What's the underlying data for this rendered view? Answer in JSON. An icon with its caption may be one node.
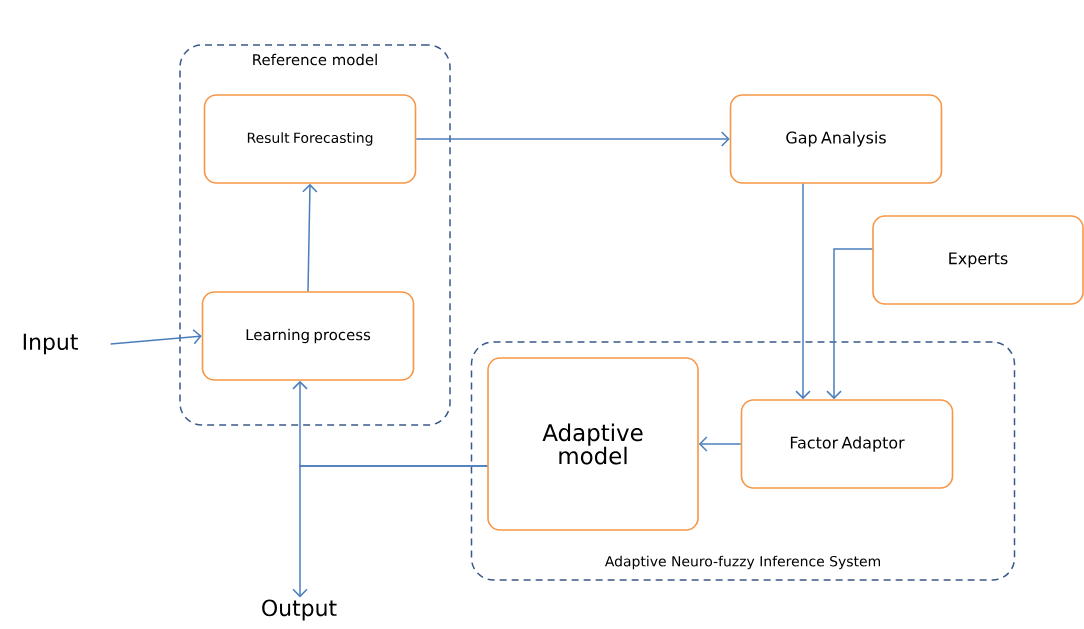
{
  "diagram": {
    "nodes": [
      {
        "text": [
          "Reference model"
        ]
      },
      {
        "text": [
          "Result Forecasting"
        ],
        "in": 0
      },
      {
        "text": [
          "Learning process"
        ],
        "in": 0
      },
      {
        "text": [
          "Gap Analysis"
        ]
      },
      {
        "text": [
          "Experts"
        ]
      },
      {
        "text": [
          "Adaptive Neuro-fuzzy Inference System"
        ]
      },
      {
        "text": [
          "Adaptive model"
        ],
        "in": 5
      },
      {
        "text": [
          "Factor Adaptor"
        ],
        "in": 5
      },
      {
        "text": [
          "Input"
        ]
      },
      {
        "text": [
          "Output"
        ]
      }
    ],
    "edges": [
      {
        "from": 8,
        "to": 2,
        "arrow": "to"
      },
      {
        "from": 2,
        "to": 1,
        "arrow": "to"
      },
      {
        "from": 1,
        "to": 3,
        "arrow": "to"
      },
      {
        "from": 3,
        "to": 7,
        "arrow": "to"
      },
      {
        "from": 4,
        "to": 7,
        "arrow": "to"
      },
      {
        "from": 7,
        "to": 6,
        "arrow": "to"
      },
      {
        "from": 6,
        "to": 2,
        "arrow": "to"
      },
      {
        "from": 6,
        "to": 9,
        "arrow": "to"
      }
    ]
  }
}
